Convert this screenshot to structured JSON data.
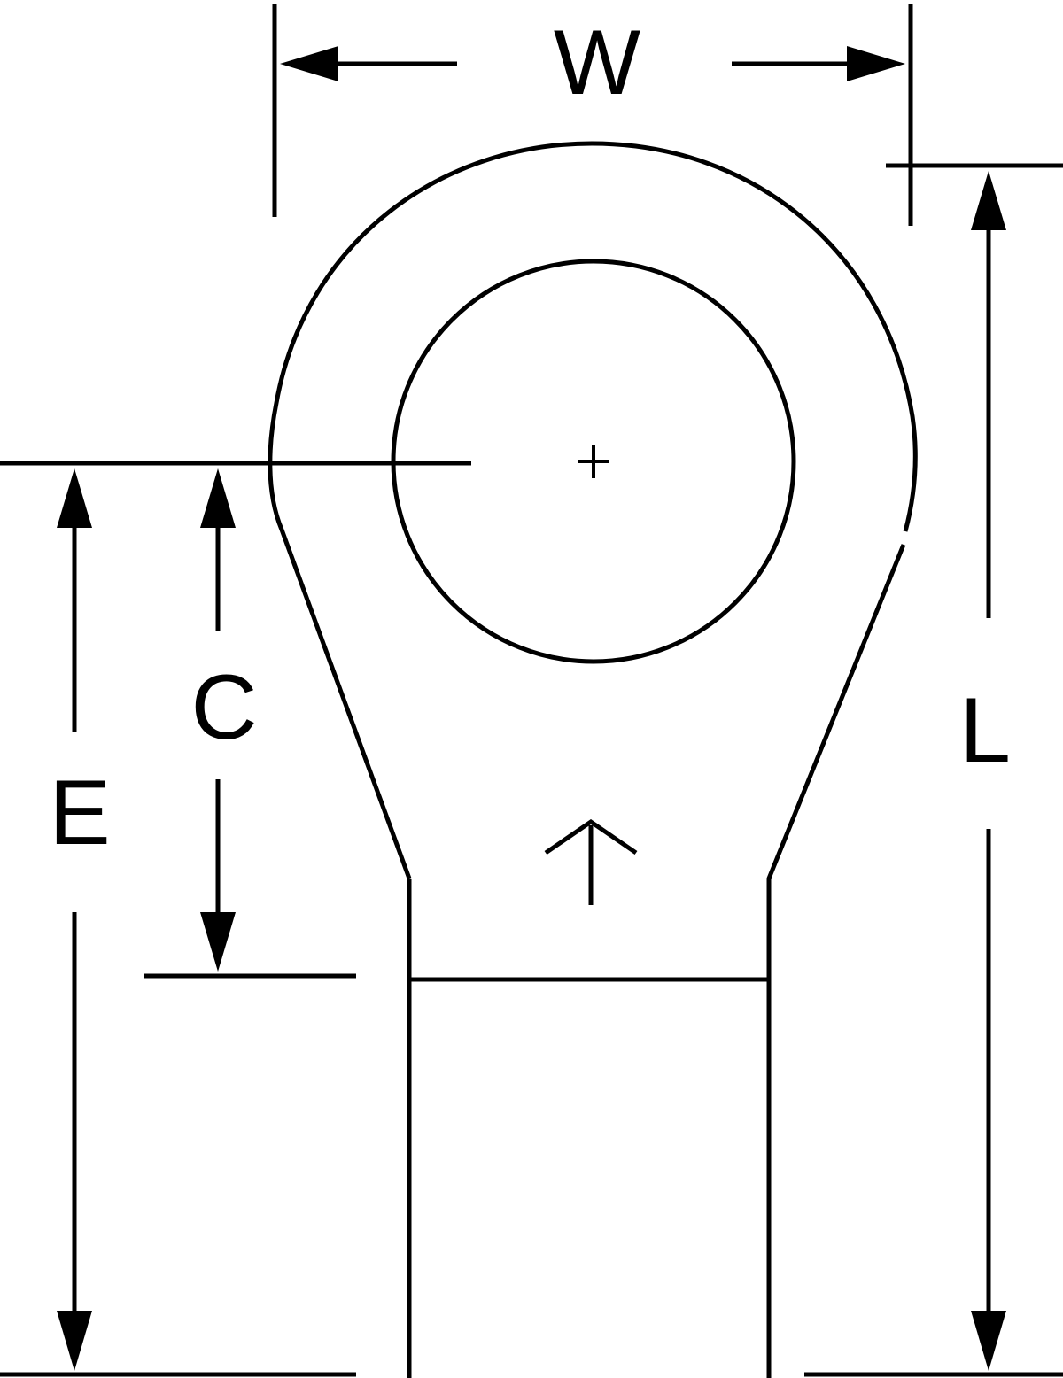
{
  "diagram": {
    "labels": {
      "width": "W",
      "length": "L",
      "center_to_barrel": "C",
      "center_to_end": "E"
    },
    "colors": {
      "line": "#000000",
      "background": "#ffffff"
    },
    "symbols": {
      "center_mark": "crosshair-icon",
      "direction_arrow": "arrow-up-icon"
    }
  }
}
